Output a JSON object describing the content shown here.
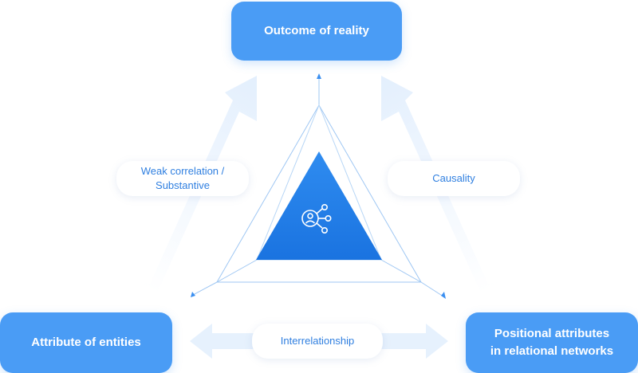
{
  "nodes": {
    "top": "Outcome of reality",
    "left": "Attribute of entities",
    "right_line1": "Positional attributes",
    "right_line2": "in relational networks"
  },
  "edges": {
    "left_line1": "Weak correlation /",
    "left_line2": "Substantive",
    "right": "Causality",
    "bottom": "Interrelationship"
  },
  "center": {
    "icon": "network-user-icon"
  },
  "colors": {
    "accent": "#4a9cf5",
    "triangle": "#2b86ea",
    "pale_arrow": "#e9f3fd",
    "text_blue": "#2f7fe0"
  }
}
